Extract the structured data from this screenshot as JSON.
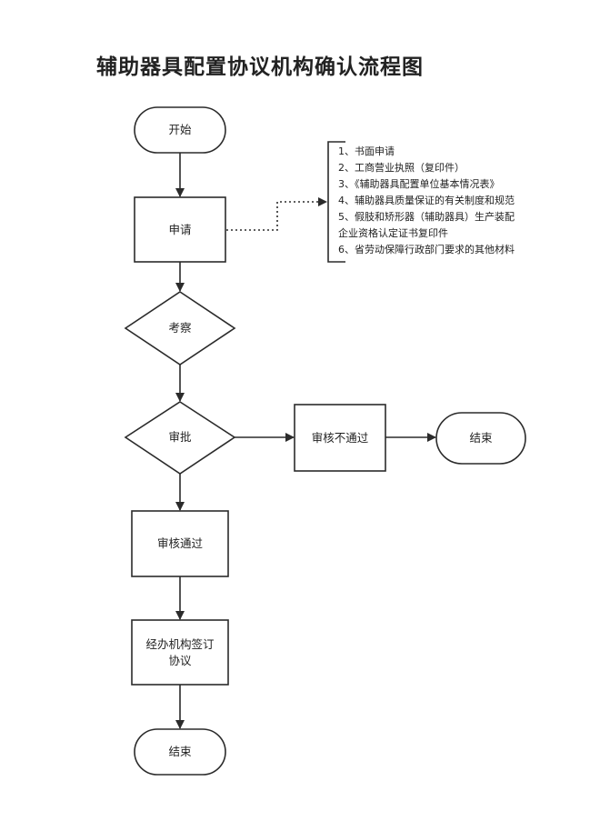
{
  "title": "辅助器具配置协议机构确认流程图",
  "nodes": {
    "start": "开始",
    "apply": "申请",
    "inspect": "考察",
    "approve": "审批",
    "reject": "审核不通过",
    "end_reject": "结束",
    "pass": "审核通过",
    "sign_line1": "经办机构签订",
    "sign_line2": "协议",
    "end": "结束"
  },
  "requirements": [
    "1、书面申请",
    "2、工商营业执照（复印件）",
    "3、《辅助器具配置单位基本情况表》",
    "4、辅助器具质量保证的有关制度和规范",
    "5、假肢和矫形器（辅助器具）生产装配",
    "企业资格认定证书复印件",
    "6、省劳动保障行政部门要求的其他材料"
  ]
}
